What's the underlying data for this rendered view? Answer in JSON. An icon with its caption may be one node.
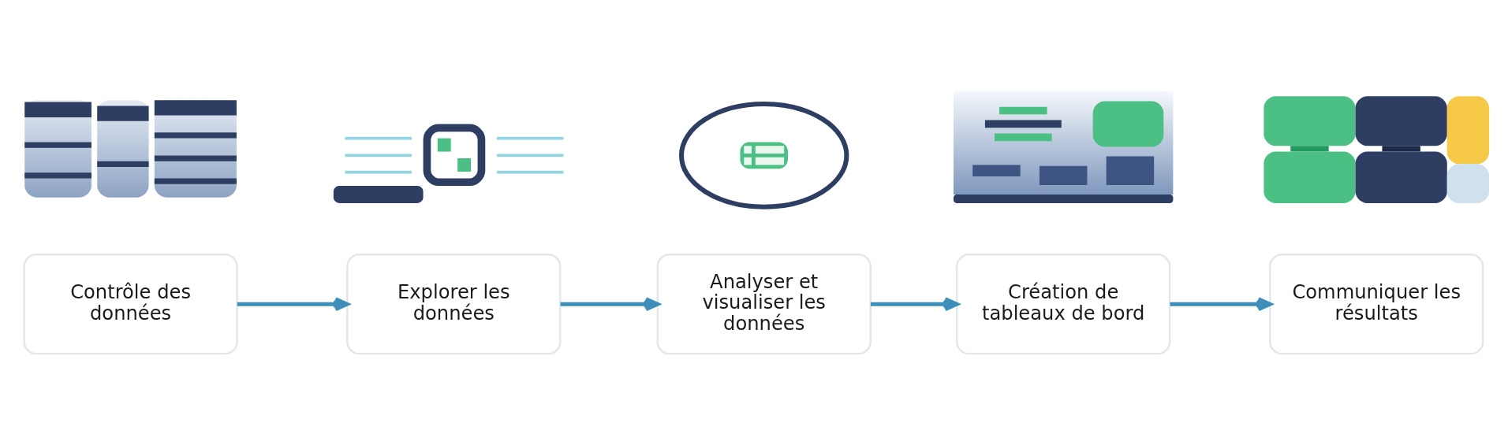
{
  "diagram": {
    "nodes": [
      {
        "text": [],
        "shape": "picture"
      },
      {
        "text": [],
        "shape": "picture"
      },
      {
        "text": [],
        "shape": "picture"
      },
      {
        "text": [],
        "shape": "picture"
      },
      {
        "text": [],
        "shape": "picture"
      },
      {
        "text": [
          "Contrôle des données"
        ]
      },
      {
        "text": [
          "Explorer les données"
        ]
      },
      {
        "text": [
          "Analyser et visualiser les données"
        ]
      },
      {
        "text": [
          "Création de tableaux de bord"
        ]
      },
      {
        "text": [
          "Communiquer les résultats"
        ]
      }
    ],
    "edges": [
      {
        "from": 5,
        "to": 6,
        "arrow": "to"
      },
      {
        "from": 6,
        "to": 7,
        "arrow": "to"
      },
      {
        "from": 7,
        "to": 8,
        "arrow": "to"
      },
      {
        "from": 8,
        "to": 9,
        "arrow": "to"
      }
    ]
  }
}
